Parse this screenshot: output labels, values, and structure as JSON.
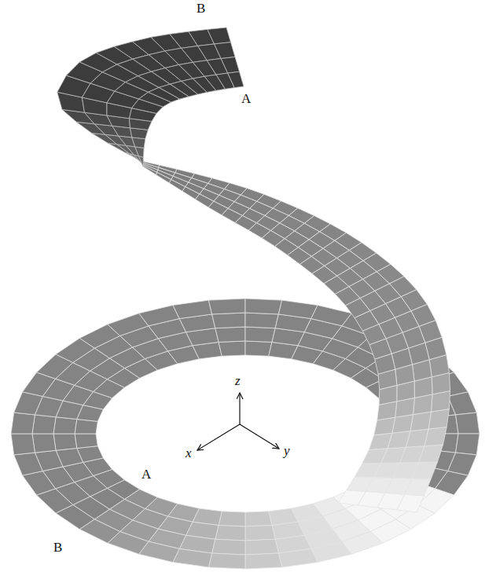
{
  "diagram": {
    "labels": [
      "B",
      "A",
      "z",
      "x",
      "y",
      "A",
      "B"
    ]
  }
}
